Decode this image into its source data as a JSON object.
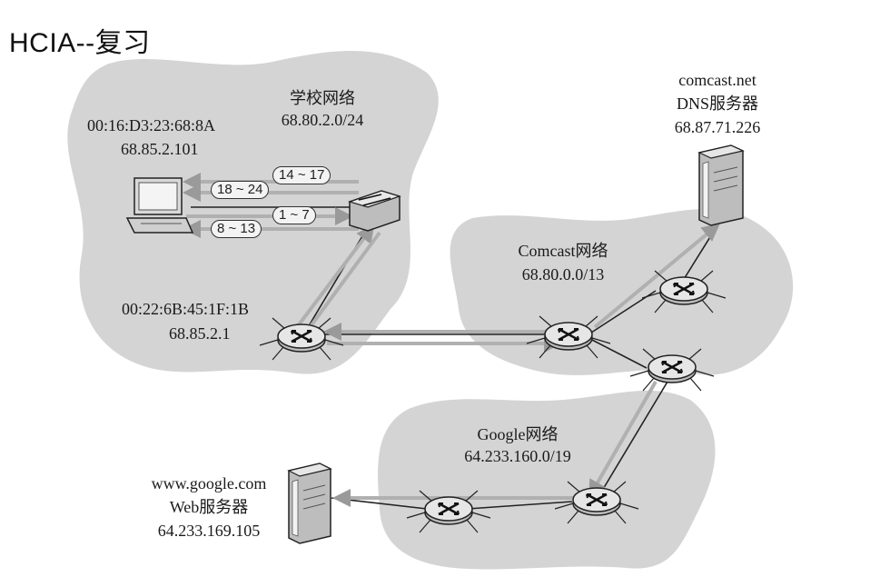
{
  "title": "HCIA--复习",
  "school_network": {
    "name": "学校网络",
    "subnet": "68.80.2.0/24"
  },
  "laptop": {
    "mac": "00:16:D3:23:68:8A",
    "ip": "68.85.2.101"
  },
  "gateway": {
    "mac": "00:22:6B:45:1F:1B",
    "ip": "68.85.2.1"
  },
  "comcast_network": {
    "name": "Comcast网络",
    "subnet": "68.80.0.0/13"
  },
  "google_network": {
    "name": "Google网络",
    "subnet": "64.233.160.0/19"
  },
  "dns_server": {
    "host": "comcast.net",
    "role": "DNS服务器",
    "ip": "68.87.71.226"
  },
  "web_server": {
    "host": "www.google.com",
    "role": "Web服务器",
    "ip": "64.233.169.105"
  },
  "steps": {
    "s1": "14 ~ 17",
    "s2": "18 ~ 24",
    "s3": "1 ~ 7",
    "s4": "8 ~ 13"
  },
  "colors": {
    "cloud": "#d7d7d7",
    "arrow": "#b5b5b5",
    "router": "#e8e8e8"
  }
}
